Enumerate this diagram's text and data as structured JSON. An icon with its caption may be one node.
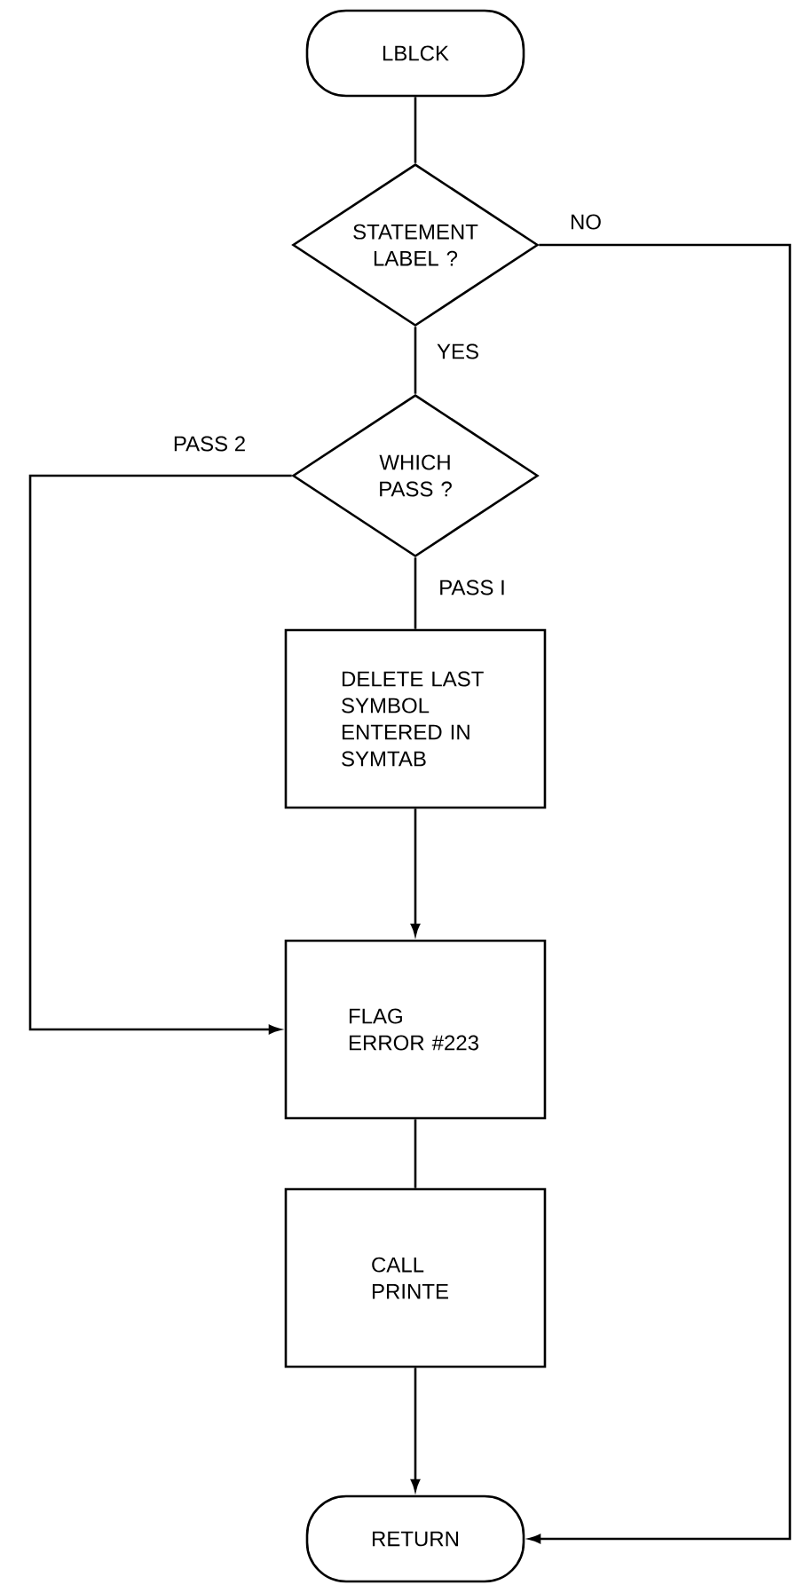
{
  "diagram": {
    "nodes": [
      {
        "text": [
          "LBLCK"
        ]
      },
      {
        "text": [
          "STATEMENT LABEL ?"
        ]
      },
      {
        "text": [
          "WHICH PASS ?"
        ]
      },
      {
        "text": [
          "DELETE LAST SYMBOL ENTERED IN SYMTAB"
        ]
      },
      {
        "text": [
          "FLAG ERROR #223"
        ]
      },
      {
        "text": [
          "CALL PRINTE"
        ]
      },
      {
        "text": [
          "RETURN"
        ]
      }
    ],
    "edges": [
      {
        "from": 0,
        "to": 1,
        "arrow": "none"
      },
      {
        "from": 1,
        "to": 2,
        "arrow": "none",
        "label": "YES"
      },
      {
        "from": 2,
        "to": 3,
        "arrow": "none",
        "label": "PASS I"
      },
      {
        "from": 3,
        "to": 4,
        "arrow": "to"
      },
      {
        "from": 2,
        "to": 4,
        "arrow": "to",
        "label": "PASS 2"
      },
      {
        "from": 4,
        "to": 5,
        "arrow": "none"
      },
      {
        "from": 5,
        "to": 6,
        "arrow": "to"
      },
      {
        "from": 1,
        "to": 6,
        "arrow": "to",
        "label": "NO"
      }
    ]
  }
}
